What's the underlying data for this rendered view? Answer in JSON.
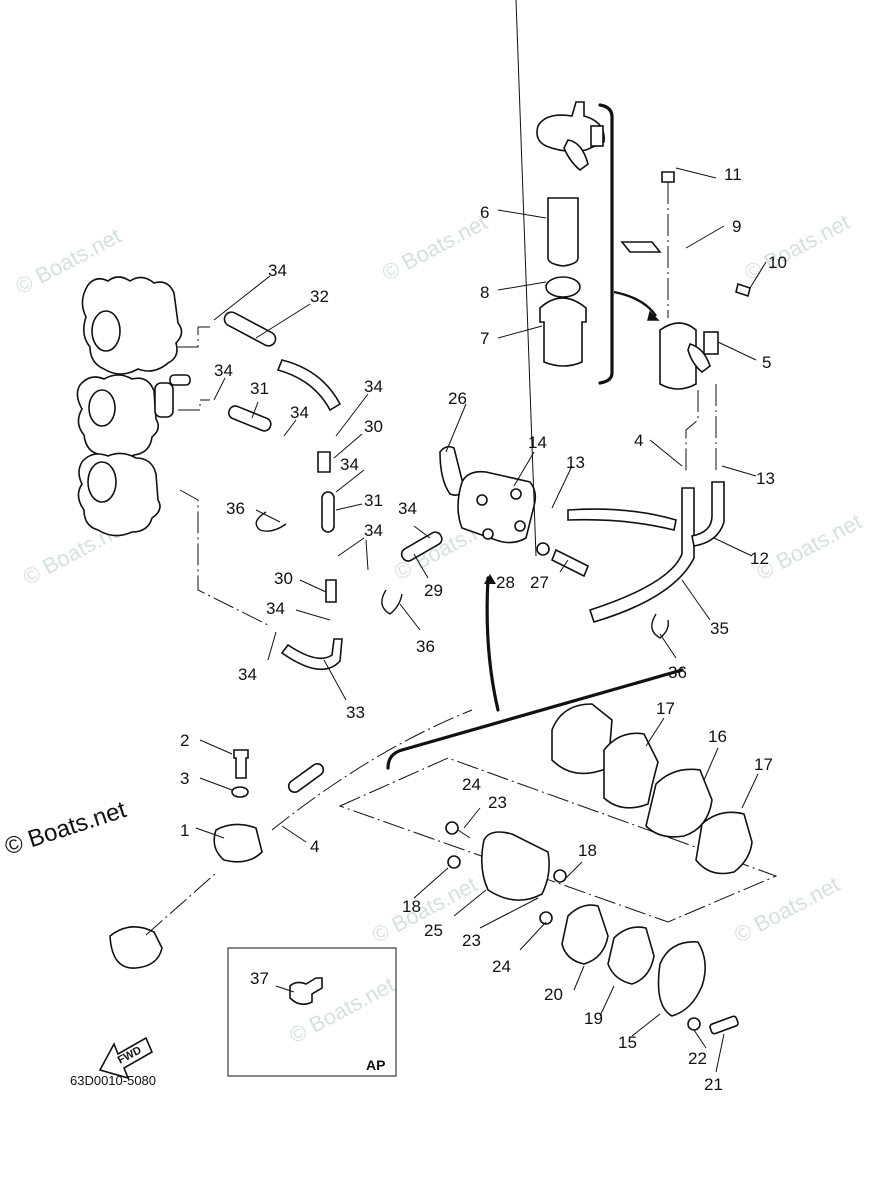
{
  "diagram": {
    "part_code": "63D0010-5080",
    "inset_label": "AP",
    "direction_label": "FWD",
    "watermark": "© Boats.net",
    "colors": {
      "line": "#111111",
      "watermark": "#c9dccf",
      "background": "#ffffff"
    },
    "callouts": [
      {
        "id": "c1",
        "num": "1"
      },
      {
        "id": "c2",
        "num": "2"
      },
      {
        "id": "c3",
        "num": "3"
      },
      {
        "id": "c4a",
        "num": "4"
      },
      {
        "id": "c4b",
        "num": "4"
      },
      {
        "id": "c5",
        "num": "5"
      },
      {
        "id": "c6",
        "num": "6"
      },
      {
        "id": "c7",
        "num": "7"
      },
      {
        "id": "c8",
        "num": "8"
      },
      {
        "id": "c9",
        "num": "9"
      },
      {
        "id": "c10",
        "num": "10"
      },
      {
        "id": "c11",
        "num": "11"
      },
      {
        "id": "c12",
        "num": "12"
      },
      {
        "id": "c13a",
        "num": "13"
      },
      {
        "id": "c13b",
        "num": "13"
      },
      {
        "id": "c14",
        "num": "14"
      },
      {
        "id": "c15",
        "num": "15"
      },
      {
        "id": "c16",
        "num": "16"
      },
      {
        "id": "c17a",
        "num": "17"
      },
      {
        "id": "c17b",
        "num": "17"
      },
      {
        "id": "c18a",
        "num": "18"
      },
      {
        "id": "c18b",
        "num": "18"
      },
      {
        "id": "c19",
        "num": "19"
      },
      {
        "id": "c20",
        "num": "20"
      },
      {
        "id": "c21",
        "num": "21"
      },
      {
        "id": "c22",
        "num": "22"
      },
      {
        "id": "c23a",
        "num": "23"
      },
      {
        "id": "c23b",
        "num": "23"
      },
      {
        "id": "c24a",
        "num": "24"
      },
      {
        "id": "c24b",
        "num": "24"
      },
      {
        "id": "c25",
        "num": "25"
      },
      {
        "id": "c26",
        "num": "26"
      },
      {
        "id": "c27",
        "num": "27"
      },
      {
        "id": "c28",
        "num": "28"
      },
      {
        "id": "c29",
        "num": "29"
      },
      {
        "id": "c30a",
        "num": "30"
      },
      {
        "id": "c30b",
        "num": "30"
      },
      {
        "id": "c31a",
        "num": "31"
      },
      {
        "id": "c31b",
        "num": "31"
      },
      {
        "id": "c32",
        "num": "32"
      },
      {
        "id": "c33",
        "num": "33"
      },
      {
        "id": "c34a",
        "num": "34"
      },
      {
        "id": "c34b",
        "num": "34"
      },
      {
        "id": "c34c",
        "num": "34"
      },
      {
        "id": "c34d",
        "num": "34"
      },
      {
        "id": "c34e",
        "num": "34"
      },
      {
        "id": "c34f",
        "num": "34"
      },
      {
        "id": "c34g",
        "num": "34"
      },
      {
        "id": "c34h",
        "num": "34"
      },
      {
        "id": "c34i",
        "num": "34"
      },
      {
        "id": "c35",
        "num": "35"
      },
      {
        "id": "c36a",
        "num": "36"
      },
      {
        "id": "c36b",
        "num": "36"
      },
      {
        "id": "c36c",
        "num": "36"
      },
      {
        "id": "c37",
        "num": "37"
      }
    ]
  }
}
